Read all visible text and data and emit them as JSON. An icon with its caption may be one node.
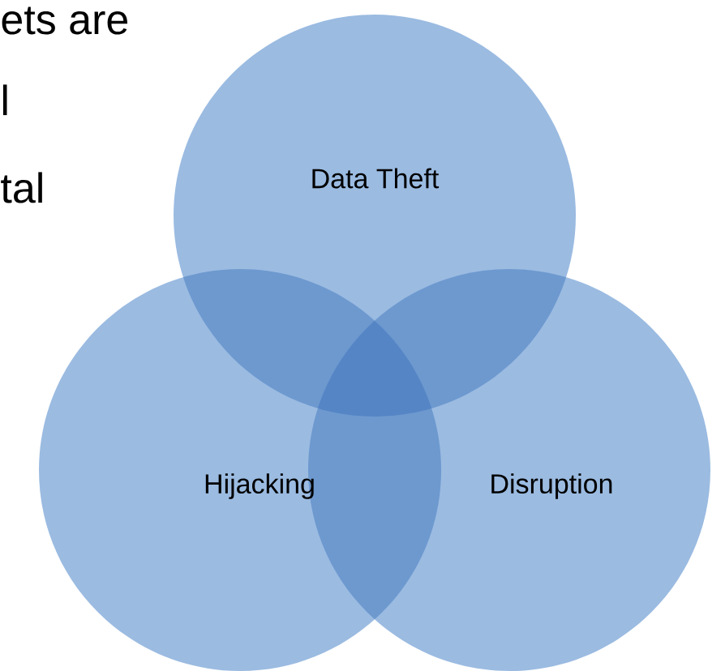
{
  "diagram": {
    "nodes": [
      {
        "text": [
          "Data Theft"
        ]
      },
      {
        "text": [
          "Hijacking"
        ]
      },
      {
        "text": [
          "Disruption"
        ]
      }
    ],
    "labels": [
      "ets are",
      "l",
      "tal"
    ]
  }
}
